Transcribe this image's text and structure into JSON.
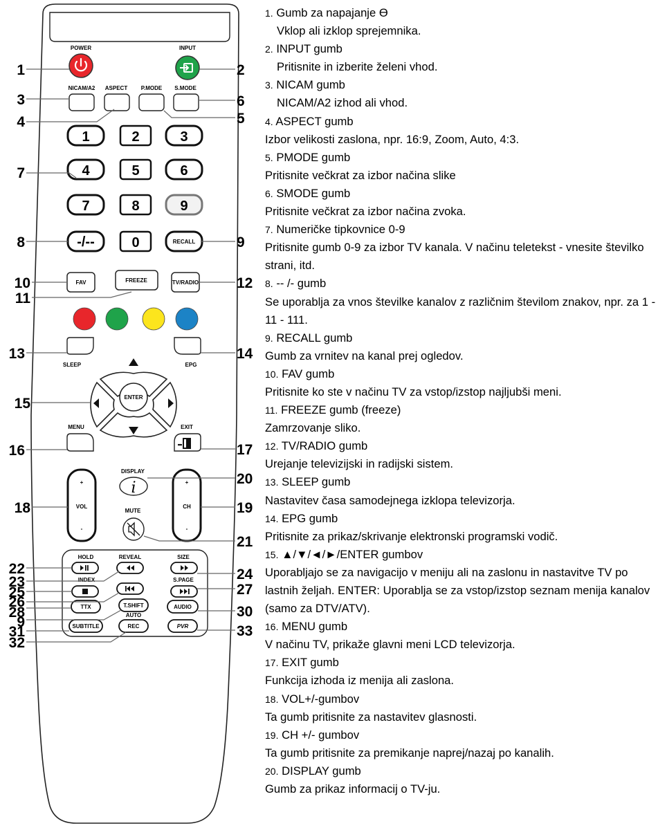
{
  "remote": {
    "power_label": "POWER",
    "input_label": "INPUT",
    "row_labels": [
      "NICAM/A2",
      "ASPECT",
      "P.MODE",
      "S.MODE"
    ],
    "digits": [
      "1",
      "2",
      "3",
      "4",
      "5",
      "6",
      "7",
      "8",
      "9",
      "-/--",
      "0"
    ],
    "recall": "RECALL",
    "fav": "FAV",
    "freeze": "FREEZE",
    "tvradio": "TV/RADIO",
    "sleep": "SLEEP",
    "epg": "EPG",
    "enter": "ENTER",
    "menu": "MENU",
    "exit": "EXIT",
    "display": "DISPLAY",
    "display_glyph": "i",
    "mute": "MUTE",
    "vol": "VOL",
    "ch": "CH",
    "plus": "+",
    "minus": "-",
    "hold": "HOLD",
    "reveal": "REVEAL",
    "size": "SIZE",
    "index": "INDEX",
    "spage": "S.PAGE",
    "ttx": "TTX",
    "tshift": "T.SHIFT",
    "audio": "AUDIO",
    "auto": "AUTO",
    "subtitle": "SUBTITLE",
    "rec": "REC",
    "pvr": "PVR",
    "color_keys": [
      "#e8262b",
      "#1fa34a",
      "#fce51d",
      "#1c83c6"
    ],
    "power_color": "#e8262b",
    "input_color": "#1fa34a",
    "callouts": [
      "1",
      "2",
      "3",
      "6",
      "4",
      "5",
      "7",
      "8",
      "9",
      "10",
      "12",
      "11",
      "13",
      "14",
      "15",
      "16",
      "17",
      "20",
      "18",
      "19",
      "21",
      "22",
      "24",
      "23",
      "25",
      "27",
      "26",
      "28",
      "30",
      "9",
      "31",
      "33",
      "32"
    ]
  },
  "descriptions": [
    {
      "num": "1.",
      "title": "Gumb za napajanje Ө",
      "body": "Vklop ali izklop sprejemnika."
    },
    {
      "num": "2.",
      "title": "INPUT gumb",
      "body": "Pritisnite in izberite želeni vhod."
    },
    {
      "num": "3.",
      "title": "NICAM gumb",
      "body": "NICAM/A2 izhod ali vhod."
    },
    {
      "num": "4.",
      "title": "ASPECT gumb",
      "body": "Izbor velikosti zaslona, npr. 16:9, Zoom, Auto, 4:3."
    },
    {
      "num": "5.",
      "title": "PMODE gumb",
      "body": "Pritisnite večkrat za izbor načina slike"
    },
    {
      "num": "6.",
      "title": "SMODE gumb",
      "body": "Pritisnite večkrat za izbor načina zvoka."
    },
    {
      "num": "7.",
      "title": "Numeričke tipkovnice 0-9",
      "body": "Pritisnite gumb 0-9 za izbor TV kanala. V načinu teletekst - vnesite številko strani, itd."
    },
    {
      "num": "8.",
      "title": "-- /- gumb",
      "body": "Se uporablja za vnos številke kanalov z različnim številom znakov, npr. za 1 - 11 - 111."
    },
    {
      "num": "9.",
      "title": "RECALL gumb",
      "body": "Gumb za vrnitev na kanal prej ogledov."
    },
    {
      "num": "10.",
      "title": "FAV gumb",
      "body": "Pritisnite ko ste v načinu TV za vstop/izstop najljubši meni."
    },
    {
      "num": "11.",
      "title": "FREEZE gumb (freeze)",
      "body": "Zamrzovanje sliko."
    },
    {
      "num": "12.",
      "title": "TV/RADIO gumb",
      "body": "Urejanje televizijski in radijski sistem."
    },
    {
      "num": "13.",
      "title": "SLEEP gumb",
      "body": "Nastavitev časa samodejnega izklopa televizorja."
    },
    {
      "num": "14.",
      "title": "EPG gumb",
      "body": "Pritisnite za prikaz/skrivanje elektronski programski vodič."
    },
    {
      "num": "15.",
      "title": "▲/▼/◄/►/ENTER gumbov",
      "body": "Uporabljajo se za navigacijo v meniju ali na zaslonu in nastavitve TV po lastnih željah. ENTER: Uporablja se za vstop/izstop seznam menija kanalov (samo za DTV/ATV)."
    },
    {
      "num": "16.",
      "title": "MENU gumb",
      "body": "V načinu TV, prikaže glavni meni LCD televizorja."
    },
    {
      "num": "17.",
      "title": "EXIT gumb",
      "body": "Funkcija izhoda iz menija ali zaslona."
    },
    {
      "num": "18.",
      "title": "VOL+/-gumbov",
      "body": "Ta gumb pritisnite za nastavitev glasnosti."
    },
    {
      "num": "19.",
      "title": "CH +/- gumbov",
      "body": "Ta gumb pritisnite za premikanje naprej/nazaj po kanalih."
    },
    {
      "num": "20.",
      "title": "DISPLAY gumb",
      "body": "Gumb za prikaz informacij o TV-ju."
    }
  ]
}
